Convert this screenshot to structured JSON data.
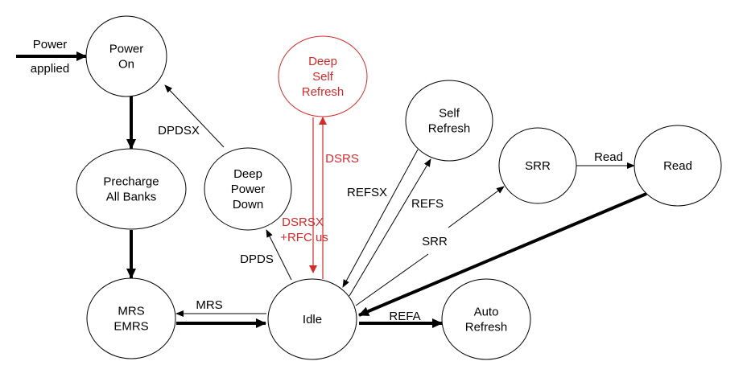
{
  "title": "SDRAM power state diagram",
  "colors": {
    "normal": "#000000",
    "highlight": "#d42a2a",
    "background": "#ffffff"
  },
  "states": [
    {
      "id": "power-on",
      "lines": [
        "Power",
        "On"
      ],
      "highlight": false
    },
    {
      "id": "precharge",
      "lines": [
        "Precharge",
        "All Banks"
      ],
      "highlight": false
    },
    {
      "id": "mrs-emrs",
      "lines": [
        "MRS",
        "EMRS"
      ],
      "highlight": false
    },
    {
      "id": "idle",
      "lines": [
        "Idle"
      ],
      "highlight": false
    },
    {
      "id": "deep-power-down",
      "lines": [
        "Deep",
        "Power",
        "Down"
      ],
      "highlight": false
    },
    {
      "id": "deep-self-refresh",
      "lines": [
        "Deep",
        "Self",
        "Refresh"
      ],
      "highlight": true
    },
    {
      "id": "self-refresh",
      "lines": [
        "Self",
        "Refresh"
      ],
      "highlight": false
    },
    {
      "id": "srr",
      "lines": [
        "SRR"
      ],
      "highlight": false
    },
    {
      "id": "read",
      "lines": [
        "Read"
      ],
      "highlight": false
    },
    {
      "id": "auto-refresh",
      "lines": [
        "Auto",
        "Refresh"
      ],
      "highlight": false
    }
  ],
  "transitions": [
    {
      "id": "power-applied",
      "from": "",
      "to": "power-on",
      "label": [
        "Power",
        "applied"
      ],
      "thick": true,
      "highlight": false
    },
    {
      "id": "poweron-precharge",
      "from": "power-on",
      "to": "precharge",
      "label": [],
      "thick": true,
      "highlight": false
    },
    {
      "id": "precharge-mrs",
      "from": "precharge",
      "to": "mrs-emrs",
      "label": [],
      "thick": true,
      "highlight": false
    },
    {
      "id": "mrs-idle",
      "from": "mrs-emrs",
      "to": "idle",
      "label": [],
      "thick": true,
      "highlight": false
    },
    {
      "id": "idle-mrs",
      "from": "idle",
      "to": "mrs-emrs",
      "label": [
        "MRS"
      ],
      "thick": false,
      "highlight": false
    },
    {
      "id": "dpd-poweron",
      "from": "deep-power-down",
      "to": "power-on",
      "label": [
        "DPDSX"
      ],
      "thick": false,
      "highlight": false
    },
    {
      "id": "idle-dpd",
      "from": "idle",
      "to": "deep-power-down",
      "label": [
        "DPDS"
      ],
      "thick": false,
      "highlight": false
    },
    {
      "id": "idle-dsr",
      "from": "idle",
      "to": "deep-self-refresh",
      "label": [
        "DSRS"
      ],
      "thick": false,
      "highlight": true
    },
    {
      "id": "dsr-idle",
      "from": "deep-self-refresh",
      "to": "idle",
      "label": [
        "DSRSX",
        "+RFC us"
      ],
      "thick": false,
      "highlight": true
    },
    {
      "id": "sr-idle",
      "from": "self-refresh",
      "to": "idle",
      "label": [
        "REFSX"
      ],
      "thick": false,
      "highlight": false
    },
    {
      "id": "idle-sr",
      "from": "idle",
      "to": "self-refresh",
      "label": [
        "REFS"
      ],
      "thick": false,
      "highlight": false
    },
    {
      "id": "idle-srr",
      "from": "idle",
      "to": "srr",
      "label": [
        "SRR"
      ],
      "thick": false,
      "highlight": false
    },
    {
      "id": "srr-read",
      "from": "srr",
      "to": "read",
      "label": [
        "Read"
      ],
      "thick": false,
      "highlight": false
    },
    {
      "id": "read-idle",
      "from": "read",
      "to": "idle",
      "label": [],
      "thick": true,
      "highlight": false
    },
    {
      "id": "idle-autorefresh",
      "from": "idle",
      "to": "auto-refresh",
      "label": [
        "REFA"
      ],
      "thick": true,
      "highlight": false
    }
  ]
}
